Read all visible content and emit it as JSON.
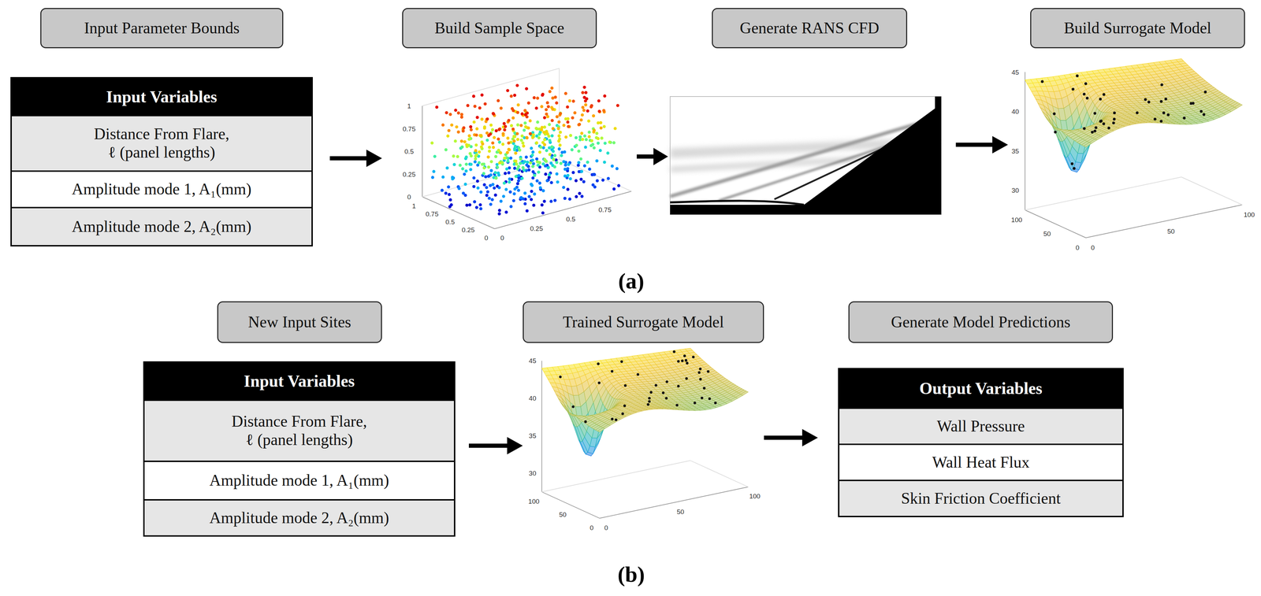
{
  "diagram": {
    "nodes": [
      {
        "text": [
          "Input Parameter Bounds"
        ]
      },
      {
        "text": [
          "Build Sample Space"
        ]
      },
      {
        "text": [
          "Generate RANS CFD"
        ]
      },
      {
        "text": [
          "Build Surrogate Model"
        ]
      },
      {
        "text": [
          "Input Variables"
        ]
      },
      {
        "text": [
          "Distance From Flare, ℓ (panel lengths)"
        ],
        "in": 4
      },
      {
        "text": [
          "Amplitude mode 1, A₁(mm)"
        ],
        "in": 4
      },
      {
        "text": [
          "Amplitude mode 2, A₂(mm)"
        ],
        "in": 4
      },
      {
        "text": [
          "New Input Sites"
        ]
      },
      {
        "text": [
          "Trained Surrogate Model"
        ]
      },
      {
        "text": [
          "Generate Model Predictions"
        ]
      },
      {
        "text": [
          "Input Variables"
        ]
      },
      {
        "text": [
          "Distance From Flare, ℓ (panel lengths)"
        ],
        "in": 11
      },
      {
        "text": [
          "Amplitude mode 1, A₁(mm)"
        ],
        "in": 11
      },
      {
        "text": [
          "Amplitude mode 2, A₂(mm)"
        ],
        "in": 11
      },
      {
        "text": [
          "Output Variables"
        ]
      },
      {
        "text": [
          "Wall Pressure"
        ],
        "in": 15
      },
      {
        "text": [
          "Wall Heat Flux"
        ],
        "in": 15
      },
      {
        "text": [
          "Skin Friction Coefficient"
        ],
        "in": 15
      }
    ],
    "labels": [
      "1",
      "0.75",
      "0.5",
      "0.25",
      "0",
      "1",
      "0.75",
      "0.5",
      "0.25",
      "0",
      "0",
      "0.25",
      "0.5",
      "0.75",
      "45",
      "40",
      "35",
      "30",
      "100",
      "50",
      "0",
      "0",
      "50",
      "100",
      "(a)",
      "45",
      "40",
      "35",
      "30",
      "100",
      "50",
      "0",
      "0",
      "50",
      "100",
      "(b)"
    ]
  }
}
